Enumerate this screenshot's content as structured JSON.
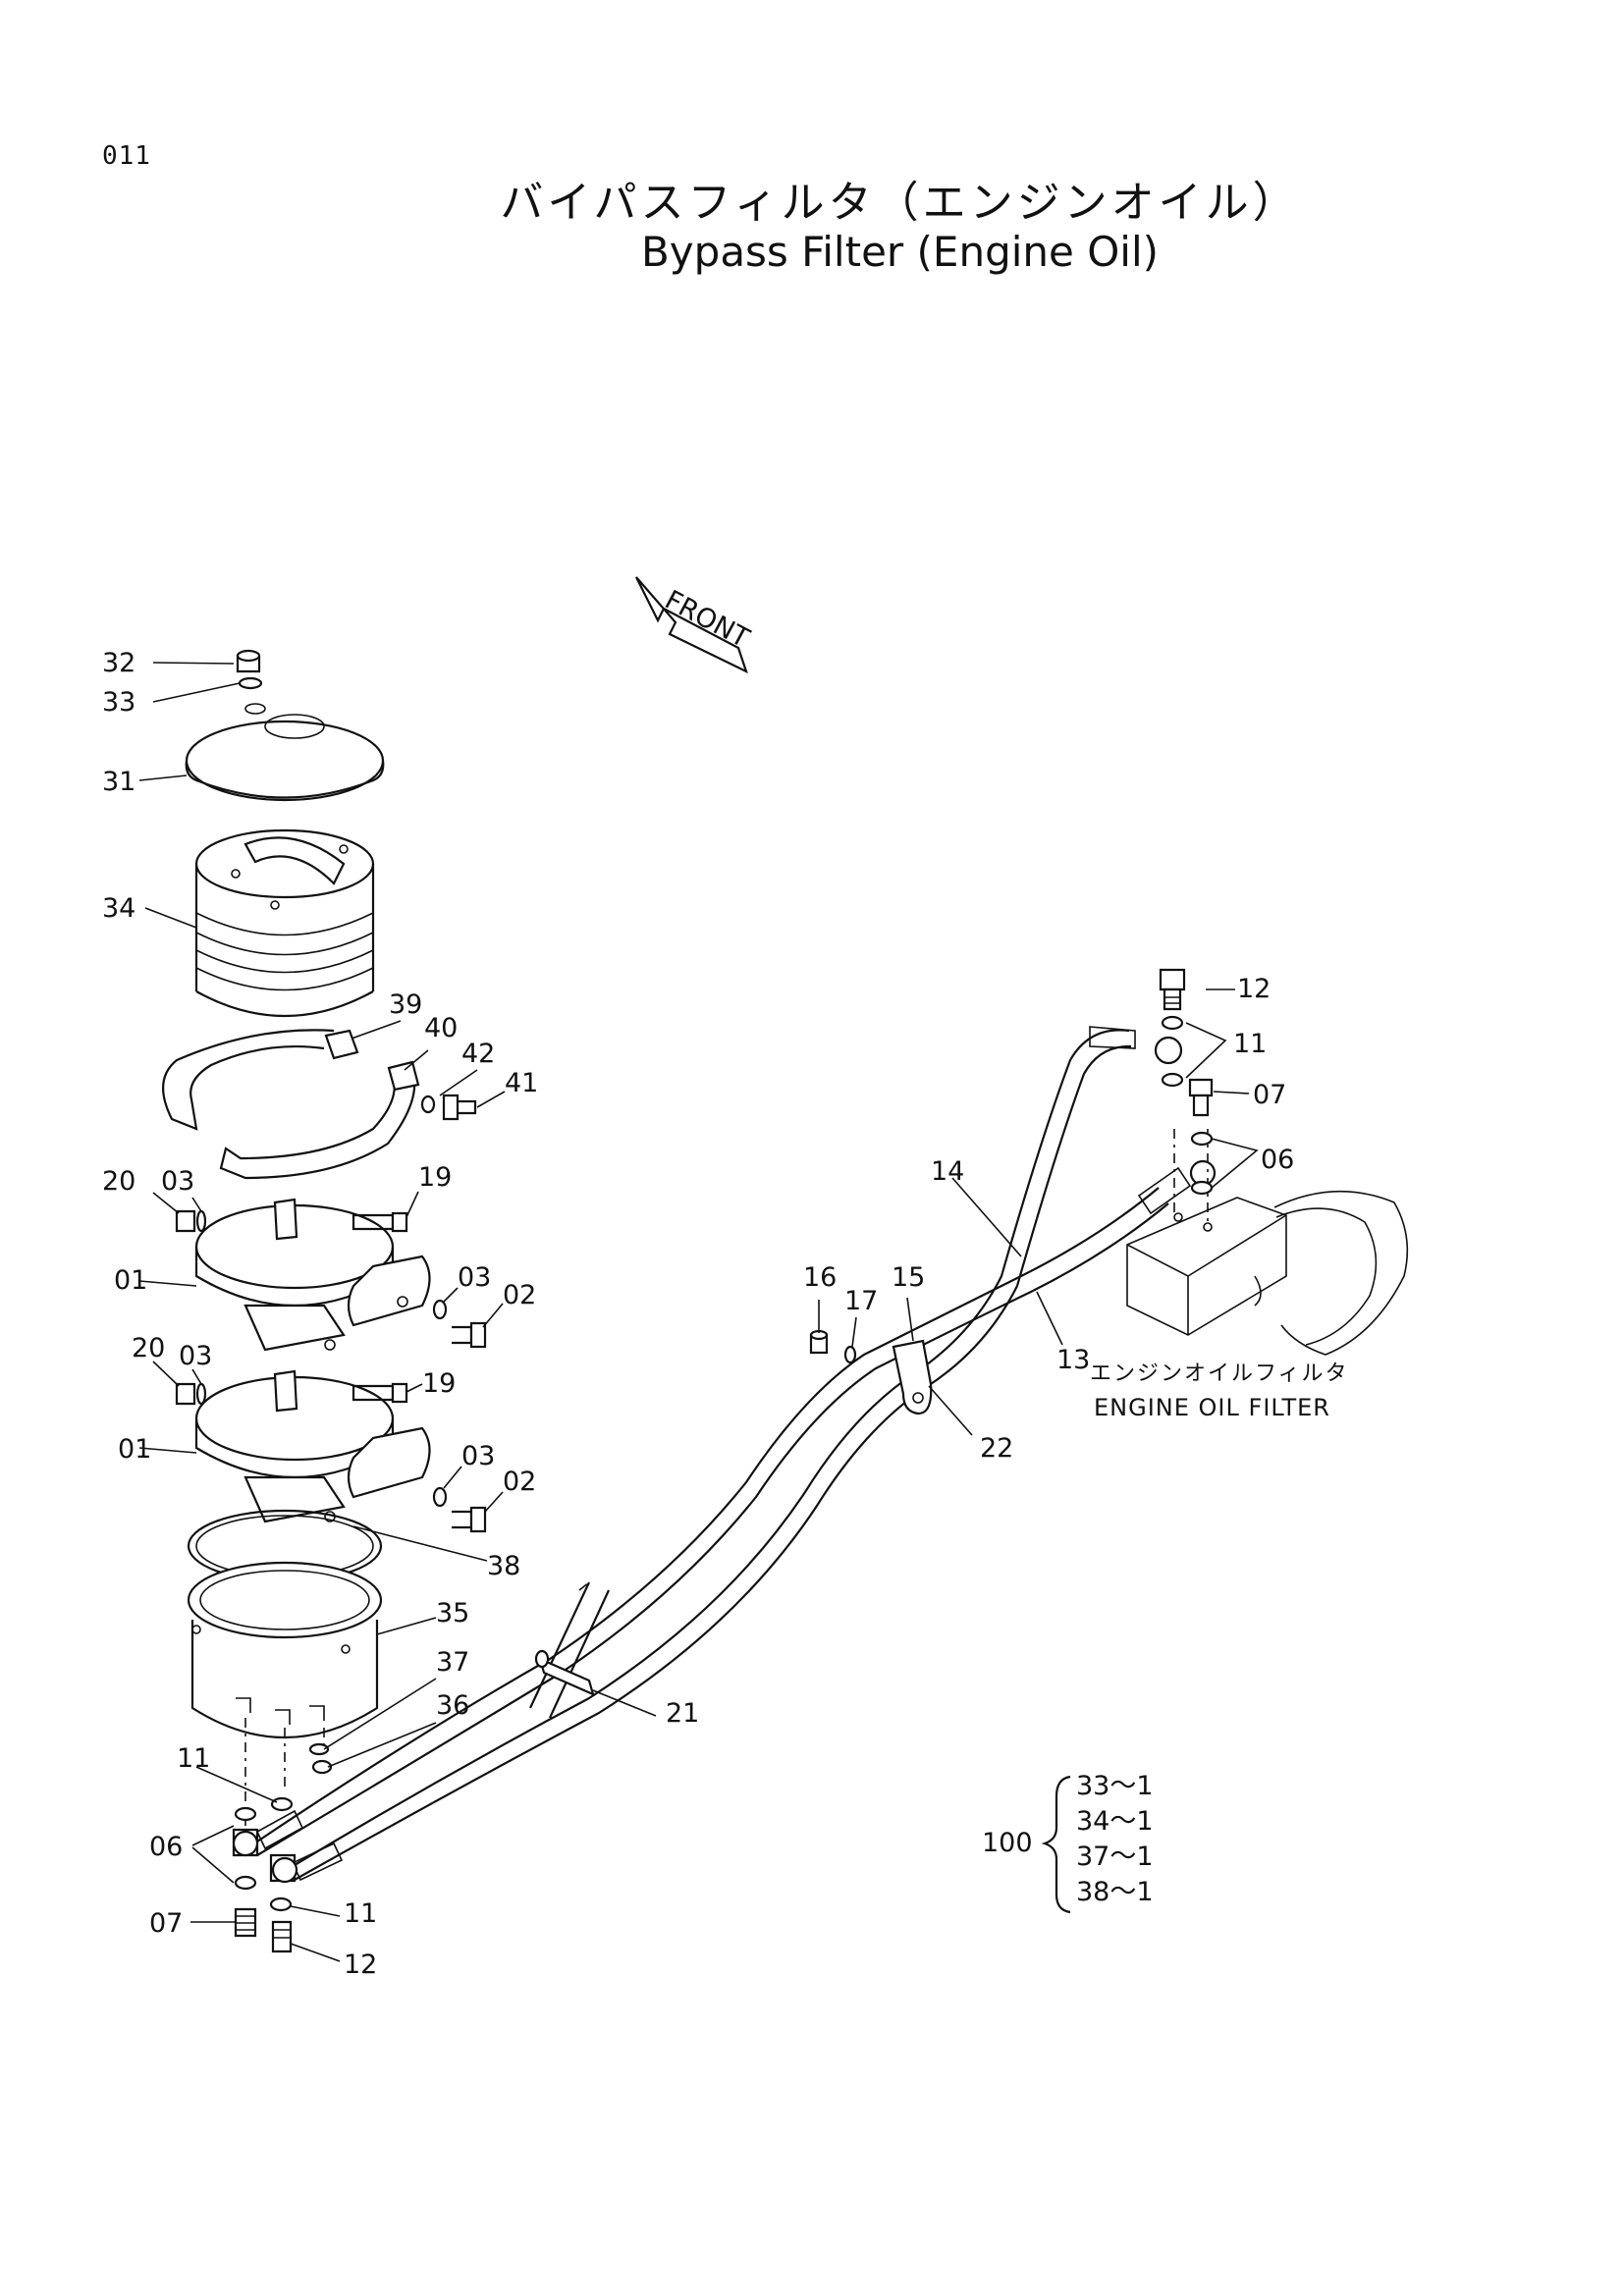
{
  "page_number": "011",
  "title_jp": "バイパスフィルタ（エンジンオイル）",
  "title_en": "Bypass Filter (Engine Oil)",
  "front_label": "FRONT",
  "callouts": {
    "c32": "32",
    "c33": "33",
    "c31": "31",
    "c34": "34",
    "c39": "39",
    "c40": "40",
    "c42": "42",
    "c41": "41",
    "c20a": "20",
    "c03a": "03",
    "c19a": "19",
    "c01a": "01",
    "c03b": "03",
    "c02a": "02",
    "c20b": "20",
    "c03c": "03",
    "c19b": "19",
    "c01b": "01",
    "c03d": "03",
    "c02b": "02",
    "c38": "38",
    "c35": "35",
    "c37": "37",
    "c36": "36",
    "c11a": "11",
    "c06a": "06",
    "c07a": "07",
    "c11b": "11",
    "c12a": "12",
    "c21": "21",
    "c16": "16",
    "c17": "17",
    "c15": "15",
    "c22": "22",
    "c14": "14",
    "c13": "13",
    "c12b": "12",
    "c11c": "11",
    "c07b": "07",
    "c06b": "06"
  },
  "engine_filter_label_jp": "エンジンオイルフィルタ",
  "engine_filter_label_en": "ENGINE OIL FILTER",
  "kit": {
    "number": "100",
    "items": [
      "33～1",
      "34～1",
      "37～1",
      "38～1"
    ]
  }
}
